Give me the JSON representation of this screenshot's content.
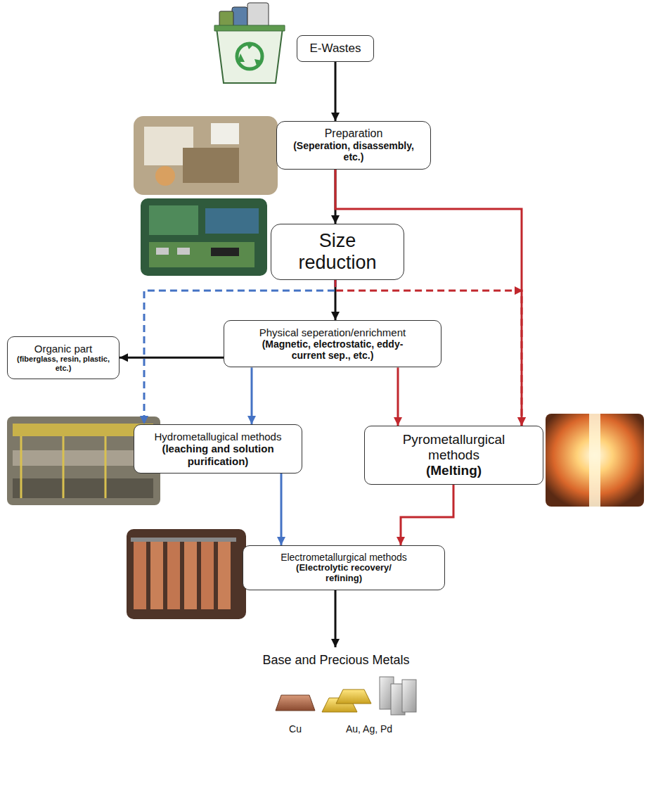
{
  "diagram": {
    "nodes": [
      {
        "text": [
          "E-Wastes"
        ]
      },
      {
        "text": [
          "Preparation",
          "(Seperation, disassembly, etc.)"
        ]
      },
      {
        "text": [
          "Size reduction"
        ]
      },
      {
        "text": [
          "Physical seperation/enrichment",
          "(Magnetic, electrostatic, eddy-current sep., etc.)"
        ]
      },
      {
        "text": [
          "Organic part",
          "(fiberglass, resin, plastic, etc.)"
        ]
      },
      {
        "text": [
          "Hydrometallugical methods",
          "(leaching and solution purification)"
        ]
      },
      {
        "text": [
          "Pyrometallurgical methods",
          "(Melting)"
        ]
      },
      {
        "text": [
          "Electrometallurgical methods",
          "(Electrolytic recovery/ refining)"
        ]
      },
      {
        "text": [
          "Base and Precious Metals"
        ]
      }
    ],
    "edges": [
      {
        "from": 0,
        "to": 1,
        "arrow": "to"
      },
      {
        "from": 1,
        "to": 2,
        "arrow": "to"
      },
      {
        "from": 1,
        "to": 6,
        "arrow": "to"
      },
      {
        "from": 2,
        "to": 3,
        "arrow": "to"
      },
      {
        "from": 2,
        "to": 5,
        "arrow": "to"
      },
      {
        "from": 2,
        "to": 6,
        "arrow": "to"
      },
      {
        "from": 3,
        "to": 4,
        "arrow": "to"
      },
      {
        "from": 3,
        "to": 5,
        "arrow": "to"
      },
      {
        "from": 3,
        "to": 6,
        "arrow": "to"
      },
      {
        "from": 5,
        "to": 7,
        "arrow": "to"
      },
      {
        "from": 6,
        "to": 7,
        "arrow": "to"
      },
      {
        "from": 7,
        "to": 8,
        "arrow": "to"
      }
    ],
    "labels": [
      "Cu",
      "Au, Ag, Pd"
    ]
  }
}
